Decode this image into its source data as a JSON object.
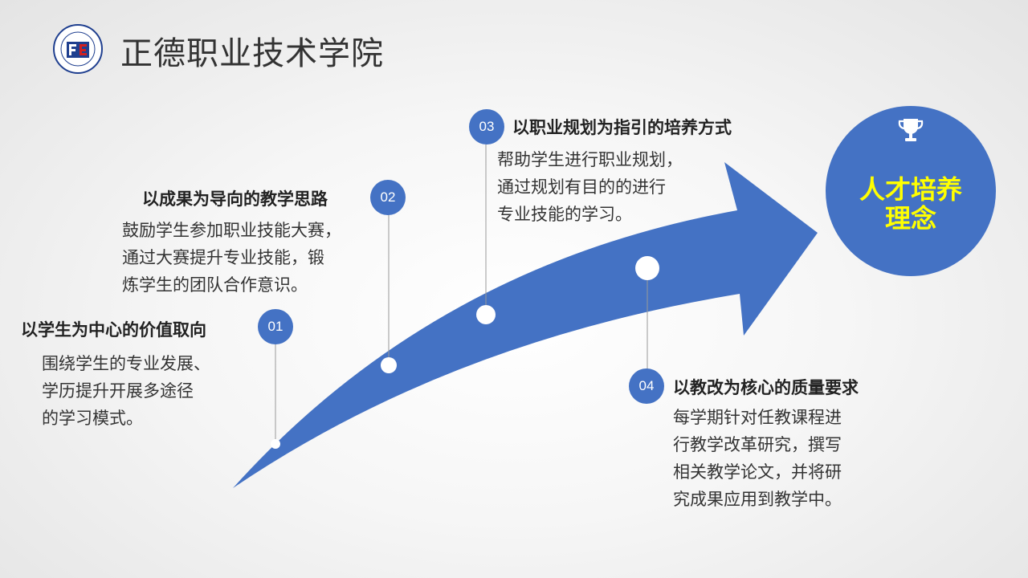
{
  "header": {
    "school_name": "正德职业技术学院"
  },
  "items": [
    {
      "number": "01",
      "title": "以学生为中心的价值取向",
      "lines": [
        "围绕学生的专业发展、",
        "学历提升开展多途径",
        "的学习模式。"
      ]
    },
    {
      "number": "02",
      "title": "以成果为导向的教学思路",
      "lines": [
        "鼓励学生参加职业技能大赛，",
        "通过大赛提升专业技能，锻",
        "炼学生的团队合作意识。"
      ]
    },
    {
      "number": "03",
      "title": "以职业规划为指引的培养方式",
      "lines": [
        "帮助学生进行职业规划，",
        "通过规划有目的的进行",
        "专业技能的学习。"
      ]
    },
    {
      "number": "04",
      "title": "以教改为核心的质量要求",
      "lines": [
        "每学期针对任教课程进",
        "行教学改革研究，撰写",
        "相关教学论文，并将研",
        "究成果应用到教学中。"
      ]
    }
  ],
  "goal": {
    "line1": "人才培养",
    "line2": "理念",
    "icon": "trophy-icon"
  },
  "colors": {
    "accent": "#4472c4",
    "goal_text": "#ffff00"
  }
}
